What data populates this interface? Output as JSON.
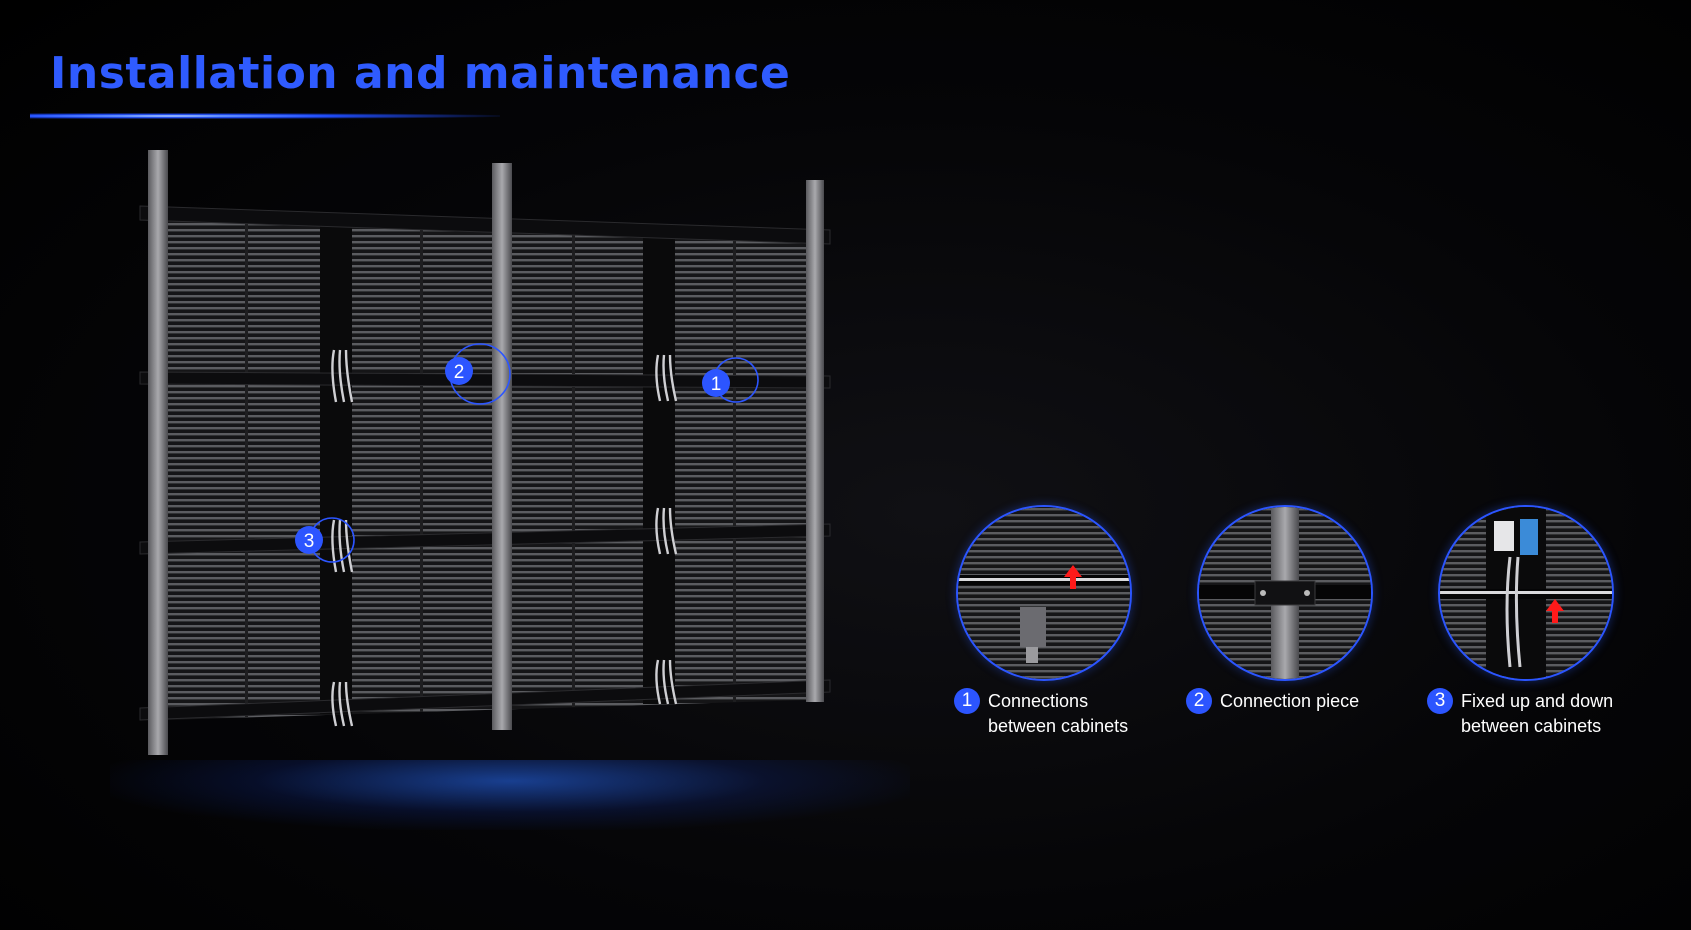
{
  "header": {
    "title": "Installation and maintenance"
  },
  "callouts": [
    {
      "number": "1",
      "label": "Connections\nbetween cabinets"
    },
    {
      "number": "2",
      "label": "Connection piece"
    },
    {
      "number": "3",
      "label": "Fixed up and down\nbetween cabinets"
    }
  ],
  "colors": {
    "accent": "#2c55ff",
    "background": "#000000",
    "text": "#ffffff",
    "arrow": "#ff1a1a"
  }
}
